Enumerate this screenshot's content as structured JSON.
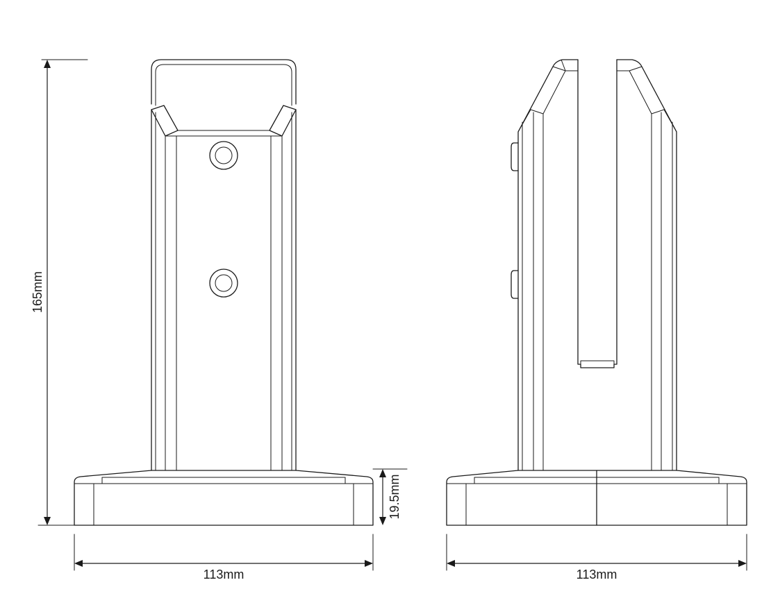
{
  "dimensions": {
    "height_total": "165mm",
    "base_height": "19.5mm",
    "front_width": "113mm",
    "side_width": "113mm"
  },
  "colors": {
    "line": "#1a1a1a",
    "background": "#ffffff"
  }
}
